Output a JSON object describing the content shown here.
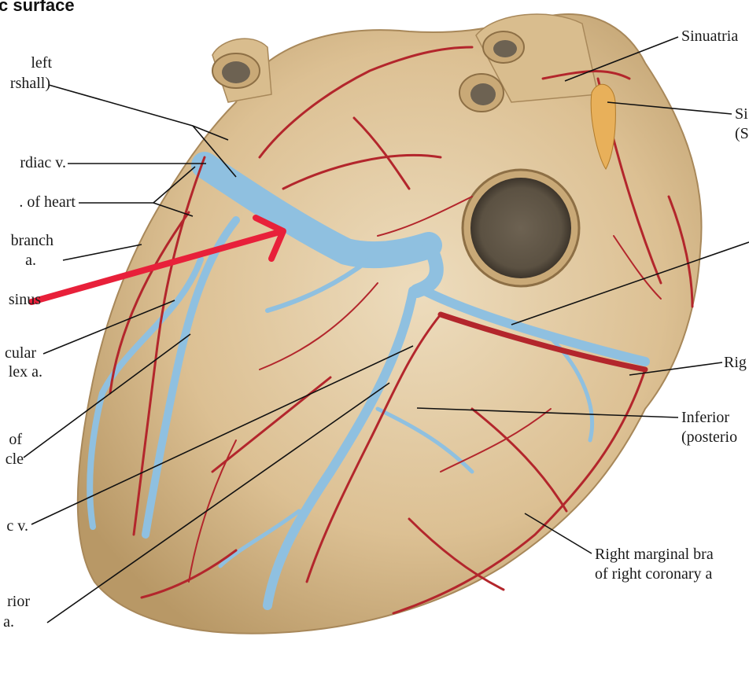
{
  "figure": {
    "title_fragment": "c surface",
    "labels_left": [
      {
        "id": "oblique-vein",
        "lines": [
          "left",
          "rshall)"
        ]
      },
      {
        "id": "great-cardiac-vein",
        "lines": [
          "rdiac v."
        ]
      },
      {
        "id": "vein-of-heart",
        "lines": [
          ". of heart"
        ]
      },
      {
        "id": "branch-artery",
        "lines": [
          "branch",
          "a."
        ]
      },
      {
        "id": "coronary-sinus",
        "lines": [
          "sinus"
        ]
      },
      {
        "id": "circumflex-artery",
        "lines": [
          "cular",
          "lex a."
        ]
      },
      {
        "id": "ventricle-vein",
        "lines": [
          "of",
          "cle"
        ]
      },
      {
        "id": "middle-cardiac-vein",
        "lines": [
          "c v."
        ]
      },
      {
        "id": "interventricular-artery",
        "lines": [
          "rior",
          "a."
        ]
      }
    ],
    "labels_right": [
      {
        "id": "sinuatrial-branch",
        "lines": [
          "Sinuatria"
        ]
      },
      {
        "id": "sinuatrial-node",
        "lines": [
          "Si",
          "(S"
        ]
      },
      {
        "id": "small-cardiac-vein",
        "lines": [
          ""
        ]
      },
      {
        "id": "right-coronary-artery",
        "lines": [
          "Rig"
        ]
      },
      {
        "id": "inferior-posterior-branch",
        "lines": [
          "Inferior",
          "(posterio"
        ]
      },
      {
        "id": "right-marginal-branch",
        "lines": [
          "Right marginal bra",
          "of right coronary a"
        ]
      }
    ],
    "colors": {
      "heart": "#e3c8a0",
      "artery": "#b3262c",
      "vein": "#8fc0e0",
      "pointer_arrow": "#e8203a",
      "leader_line": "#111111"
    }
  }
}
